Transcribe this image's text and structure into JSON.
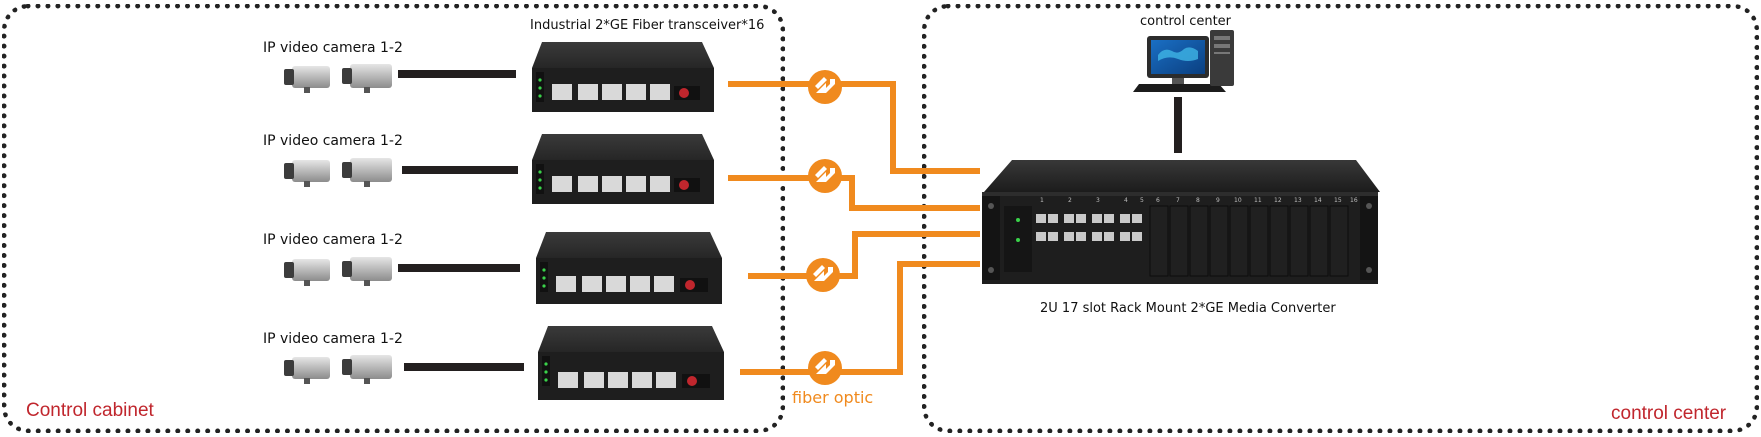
{
  "regions": {
    "left_label": "Control cabinet",
    "right_label": "control center"
  },
  "cameras": [
    {
      "label": "IP  video camera 1-2"
    },
    {
      "label": "IP video camera 1-2"
    },
    {
      "label": "IP video camera 1-2"
    },
    {
      "label": "IP video camera 1-2"
    }
  ],
  "transceiver_title": "Industrial 2*GE Fiber transceiver*16",
  "fiber_label": "fiber optic",
  "control_center_pc_label": "control center",
  "rack_label": "2U 17 slot Rack Mount  2*GE Media Converter",
  "rack_slot_numbers": [
    "1",
    "2",
    "3",
    "4",
    "5",
    "6",
    "7",
    "8",
    "9",
    "10",
    "11",
    "12",
    "13",
    "14",
    "15",
    "16"
  ],
  "colors": {
    "fiber": "#f08a1e",
    "region_label": "#c0262d",
    "device_body": "#1e1e1e"
  }
}
